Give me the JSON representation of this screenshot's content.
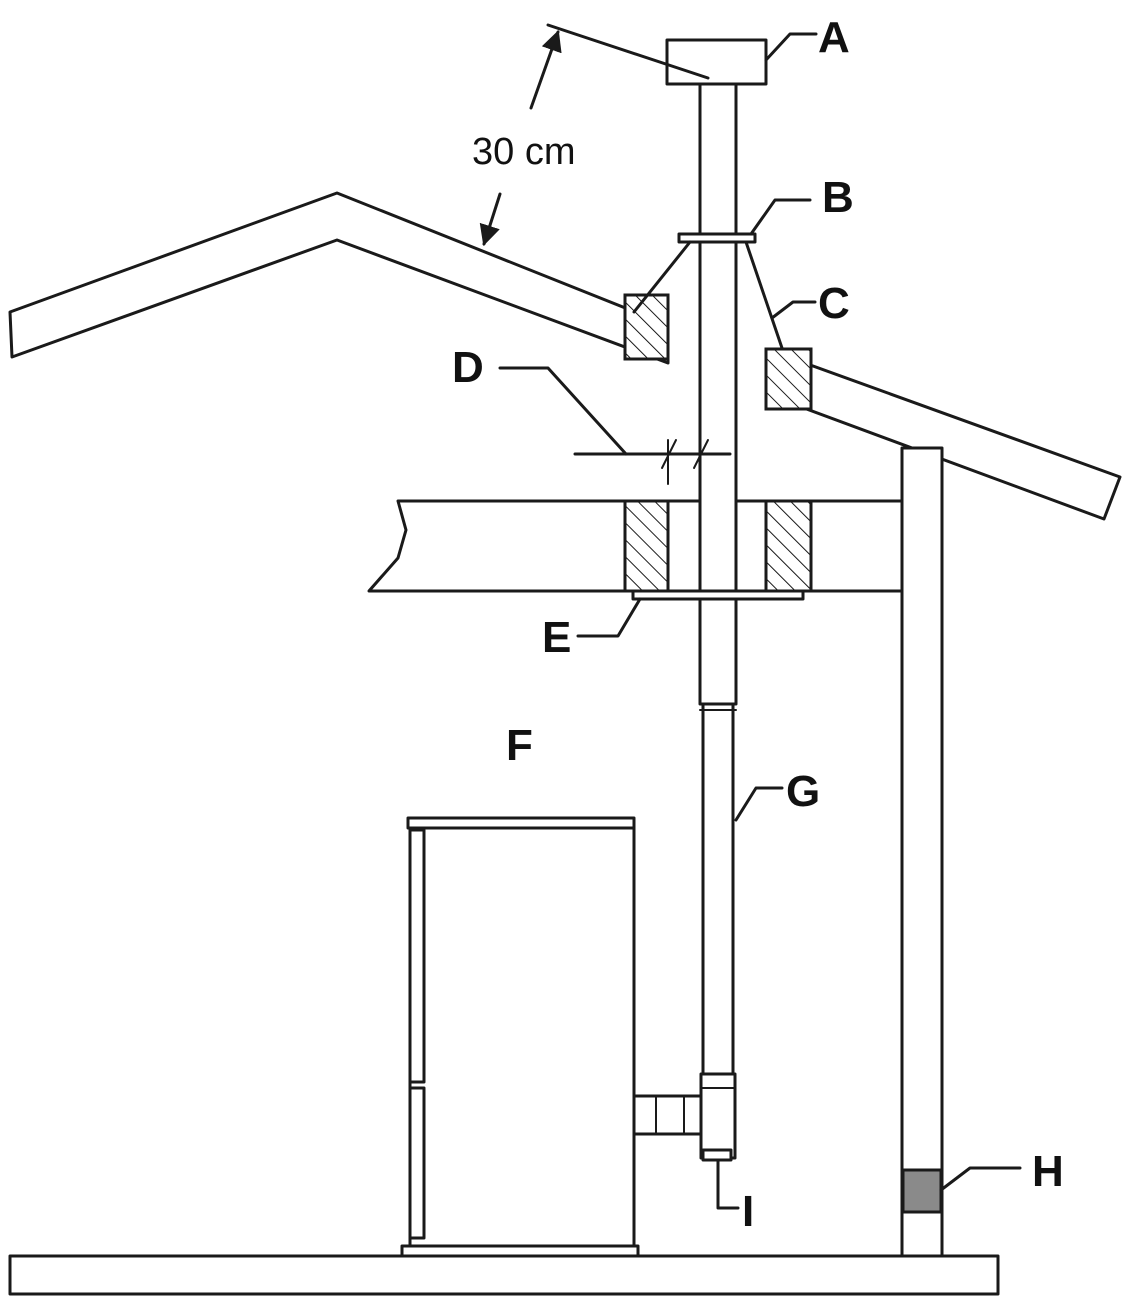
{
  "dimension": {
    "clearance_text": "30 cm"
  },
  "labels": {
    "a": "A",
    "b": "B",
    "c": "C",
    "d": "D",
    "e": "E",
    "f": "F",
    "g": "G",
    "h": "H",
    "i": "I"
  },
  "colors": {
    "line": "#1a1a1a",
    "sensor_fill": "#8a8a8a",
    "background": "#ffffff"
  }
}
